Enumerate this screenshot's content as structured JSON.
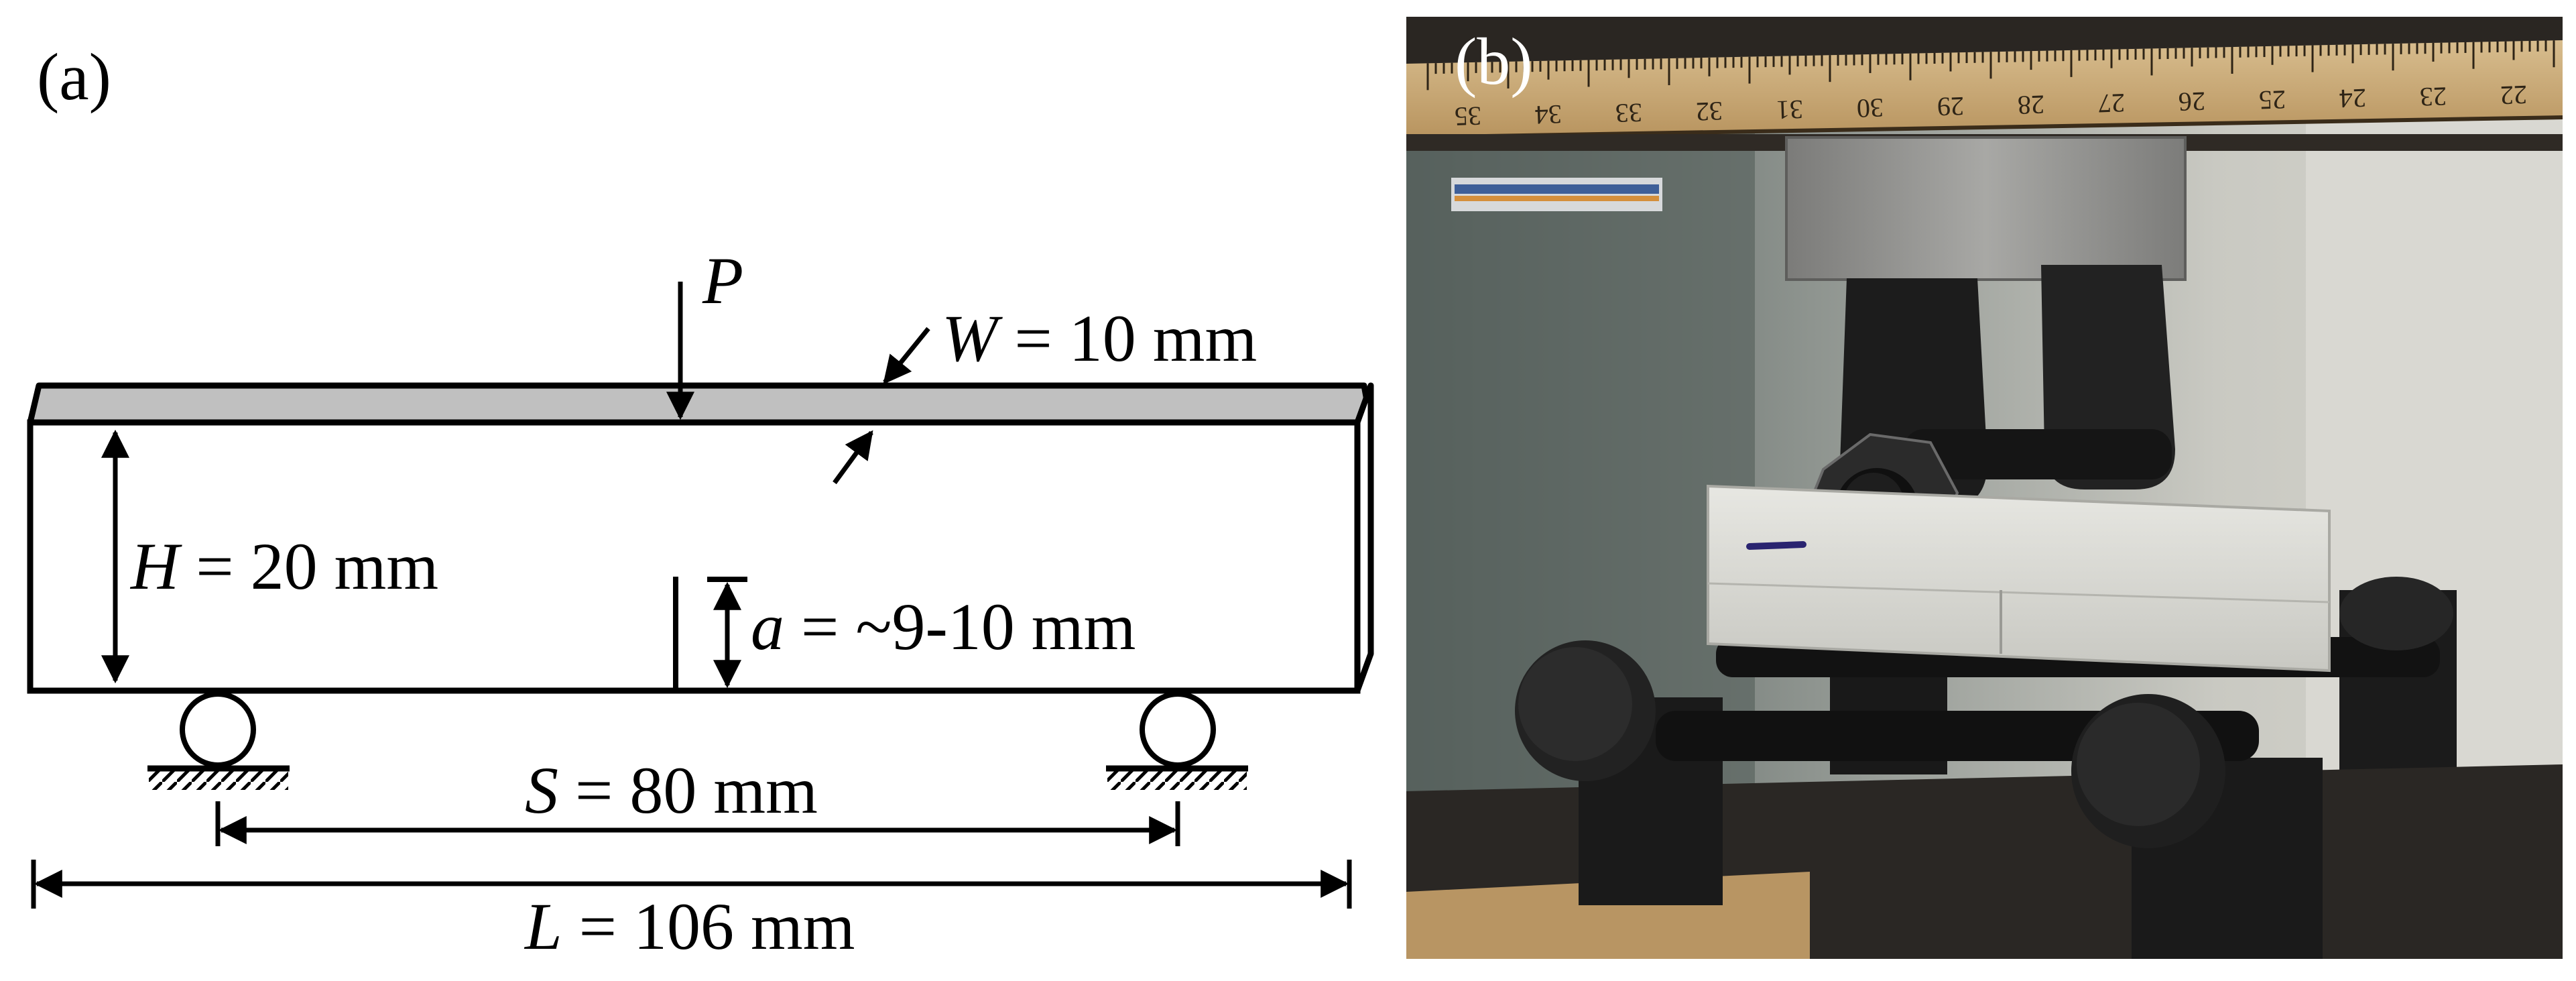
{
  "panel_a": {
    "label": "(a)",
    "load": {
      "symbol": "P"
    },
    "width": {
      "symbol": "W",
      "rest": " = 10 mm"
    },
    "height": {
      "symbol": "H",
      "rest": " = 20 mm"
    },
    "notch": {
      "symbol": "a",
      "rest": " = ~9-10 mm"
    },
    "span": {
      "symbol": "S",
      "rest": " = 80 mm"
    },
    "length": {
      "symbol": "L",
      "rest": " = 106 mm"
    },
    "colors": {
      "beam_top_face": "#c0c0c0",
      "line": "#000000"
    }
  },
  "panel_b": {
    "label": "(b)",
    "ruler_numbers": [
      "35",
      "34",
      "33",
      "32",
      "31",
      "30",
      "29",
      "28",
      "27",
      "26",
      "25",
      "24",
      "23",
      "22"
    ],
    "colors": {
      "ruler": "#c9a877",
      "fixture": "#1b1b1b",
      "specimen": "#dcdcd6",
      "loading_block": "#8e8e8c",
      "background": "#bdbdb6"
    }
  }
}
